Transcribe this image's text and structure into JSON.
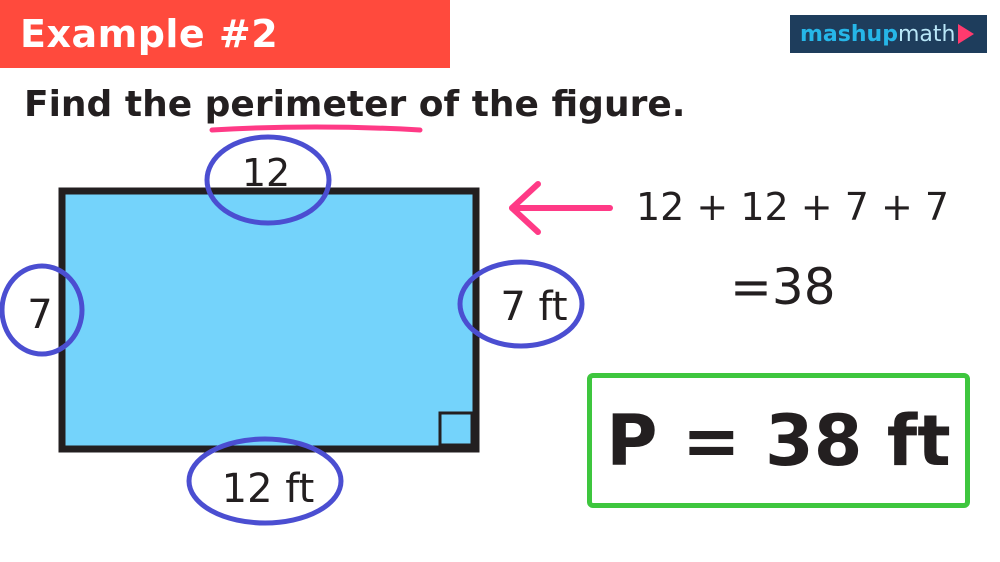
{
  "banner": {
    "title": "Example #2",
    "color": "#ff4a3d"
  },
  "logo": {
    "part1": "mashup",
    "part2": "math",
    "background": "#1e3d5c"
  },
  "prompt": {
    "before": "Find the ",
    "highlight": "perimeter",
    "after": " of the figure."
  },
  "figure": {
    "fill": "#74d3fb",
    "circle_color": "#4b4ed1",
    "underline_color": "#ff3a86",
    "labels": {
      "top": "12",
      "left": "7",
      "right": "7 ft",
      "bottom": "12 ft"
    }
  },
  "working": {
    "sum": "12 + 12 + 7 + 7",
    "result": "=38"
  },
  "answer": {
    "text": "P = 38 ft",
    "border_color": "#3ec63e"
  }
}
